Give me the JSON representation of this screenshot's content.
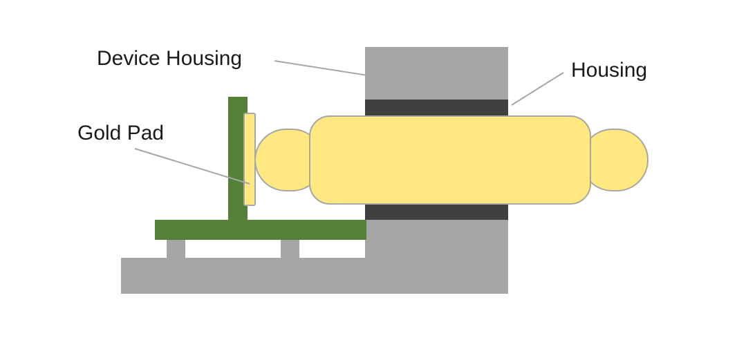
{
  "diagram": {
    "type": "technical-cross-section",
    "subject": "connector and gold pad mounting inside a device housing",
    "labels": {
      "device_housing": "Device Housing",
      "housing": "Housing",
      "gold_pad": "Gold Pad"
    },
    "colors": {
      "housing_gray": "#a6a6a6",
      "seal_dark_gray": "#404040",
      "pcb_green": "#538135",
      "connector_yellow": "#ffe880",
      "outline_gray": "#a6a6a6",
      "label_text": "#1a1a1a",
      "background": "#ffffff"
    }
  }
}
